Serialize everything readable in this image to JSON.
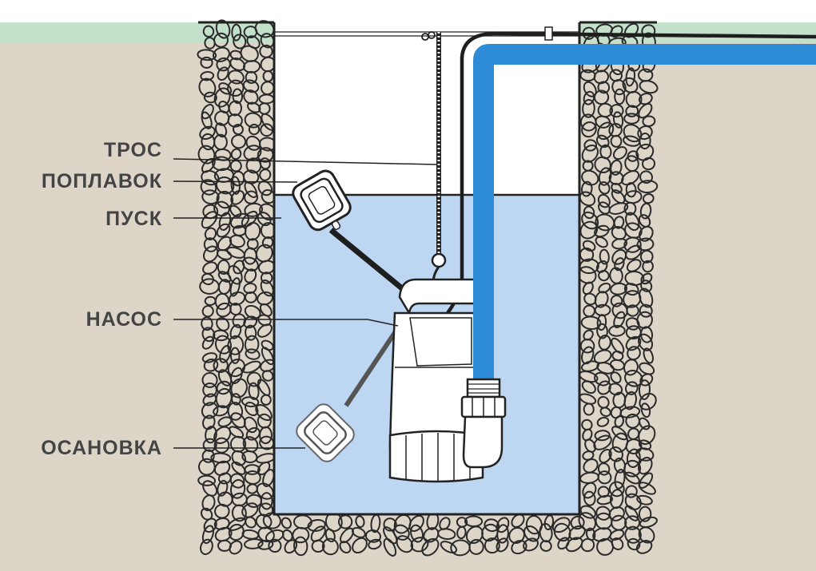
{
  "diagram": {
    "title": "",
    "type": "submersible drainage pump installation in a pit",
    "labels": [
      {
        "id": "rope",
        "text": "ТРОС",
        "points_to": "suspension rope"
      },
      {
        "id": "float",
        "text": "ПОПЛАВОК",
        "points_to": "float switch"
      },
      {
        "id": "start",
        "text": "ПУСК",
        "points_to": "upper float (start level)"
      },
      {
        "id": "pump",
        "text": "НАСОС",
        "points_to": "pump body"
      },
      {
        "id": "stop",
        "text": "ОСАНОВКА",
        "points_to": "lower float (stop level)"
      }
    ],
    "colors": {
      "sky": "#ffffff",
      "grass": "#c3e0cb",
      "soil": "#ddd5c8",
      "water": "#bdd7f2",
      "pipe": "#2e8bd6",
      "outline": "#222222",
      "label_text": "#444444"
    }
  }
}
